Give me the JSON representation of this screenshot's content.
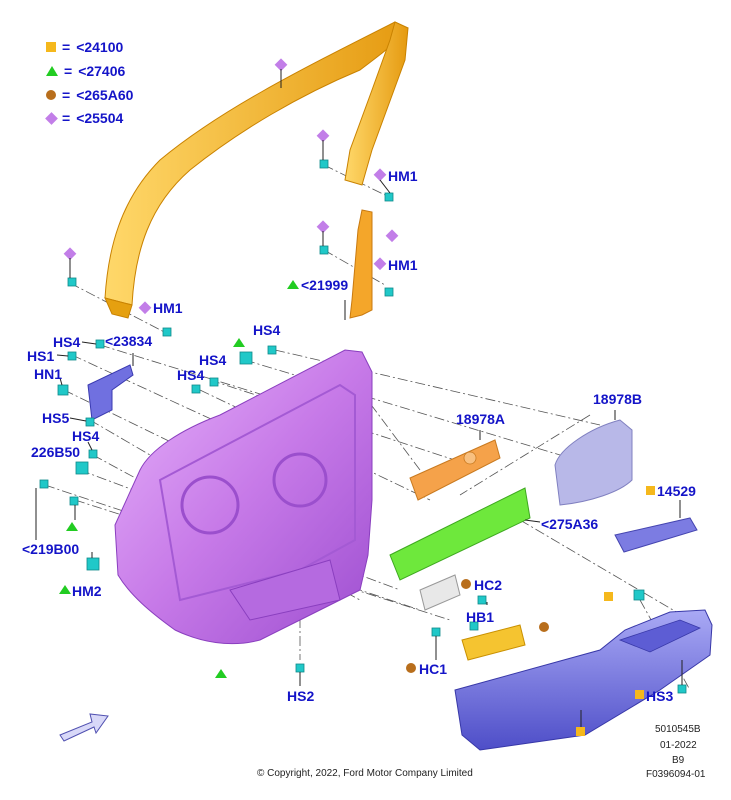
{
  "colors": {
    "label": "#1414c8",
    "square": "#f5b81c",
    "triangle": "#22cc22",
    "circle": "#b86e1c",
    "diamond": "#c27ee8",
    "trim_panel": "#c77ae8",
    "armrest": "#6f6fe0",
    "frame": "#f4b526",
    "green_part": "#66e63c",
    "orange_part": "#f5a24a",
    "clip": "#20c8c8"
  },
  "legend": [
    {
      "marker": "square",
      "text": "<24100"
    },
    {
      "marker": "triangle",
      "text": "<27406"
    },
    {
      "marker": "circle",
      "text": "<265A60"
    },
    {
      "marker": "diamond",
      "text": "<25504"
    }
  ],
  "labels": {
    "hm1_a": "HM1",
    "hm1_b": "HM1",
    "hm1_c": "HM1",
    "p21999": "<21999",
    "p23834": "<23834",
    "hs4_a": "HS4",
    "hs4_b": "HS4",
    "hs4_c": "HS4",
    "hs4_d": "HS4",
    "hs4_e": "HS4",
    "hs1": "HS1",
    "hn1": "HN1",
    "hs5": "HS5",
    "p226b50": "226B50",
    "p219b00": "<219B00",
    "hm2": "HM2",
    "p18978a": "18978A",
    "p18978b": "18978B",
    "p14529": "14529",
    "p275a36": "<275A36",
    "hc2": "HC2",
    "hb1": "HB1",
    "hc1": "HC1",
    "hs2": "HS2",
    "hs3": "HS3"
  },
  "footer": {
    "copyright": "© Copyright, 2022, Ford Motor Company Limited",
    "code1": "5010545B",
    "code2": "01-2022",
    "code3": "B9",
    "code4": "F0396094-01"
  }
}
